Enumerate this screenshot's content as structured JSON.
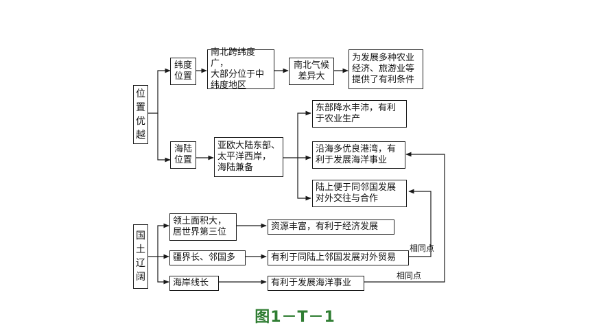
{
  "diagram": {
    "root_location": "位\n置\n优\n越",
    "root_territory": "国\n土\n辽\n阔",
    "lat_position": "纬度\n位置",
    "lat_detail": "南北跨纬度广，\n大部分位于中\n纬度地区",
    "climate_diff": "南北气候\n差异大",
    "agri_benefit": "为发展多种农业\n经济、旅游业等\n提供了有利条件",
    "sea_land_position": "海陆\n位置",
    "sea_land_detail": "亚欧大陆东部、\n太平洋西岸，\n海陆兼备",
    "east_rain": "东部降水丰沛，有利\n于农业生产",
    "harbors": "沿海多优良港湾，有\n利于发展海洋事业",
    "land_neighbors": "陆上便于同邻国发展\n对外交往与合作",
    "area_large": "领土面积大，\n居世界第三位",
    "resources": "资源丰富，有利于经济发展",
    "border_long": "疆界长、邻国多",
    "trade_benefit": "有利于同陆上邻国发展对外贸易",
    "coast_long": "海岸线长",
    "ocean_benefit": "有利于发展海洋事业",
    "same_point_1": "相同点",
    "same_point_2": "相同点"
  },
  "caption": "图1－T－1"
}
